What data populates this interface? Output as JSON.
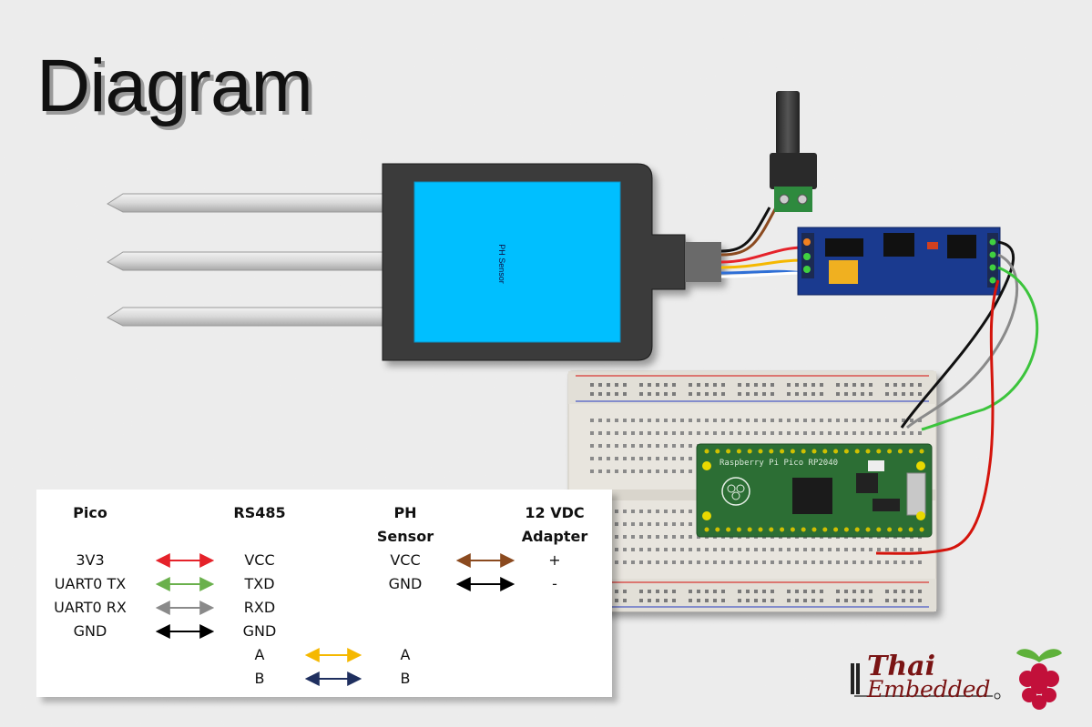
{
  "title": "Diagram",
  "sensor_label": "PH Sensor",
  "pico_label": "Raspberry Pi Pico RP2040",
  "legend": {
    "headers": {
      "pico": "Pico",
      "rs485": "RS485",
      "ph_sensor": [
        "PH",
        "Sensor"
      ],
      "adapter": [
        "12 VDC",
        "Adapter"
      ]
    },
    "pico_rs485_rows": [
      {
        "pico": "3V3",
        "rs485": "VCC",
        "color": "#e5222a"
      },
      {
        "pico": "UART0 TX",
        "rs485": "TXD",
        "color": "#6ab04c"
      },
      {
        "pico": "UART0 RX",
        "rs485": "RXD",
        "color": "#8a8a8a"
      },
      {
        "pico": "GND",
        "rs485": "GND",
        "color": "#000000"
      }
    ],
    "rs485_ph_rows": [
      {
        "rs485": "A",
        "ph": "A",
        "color": "#f5b800"
      },
      {
        "rs485": "B",
        "ph": "B",
        "color": "#1f2f5f"
      }
    ],
    "ph_adapter_rows": [
      {
        "ph": "VCC",
        "adapter": "+",
        "color": "#8b4a1f"
      },
      {
        "ph": "GND",
        "adapter": "-",
        "color": "#000000"
      }
    ]
  },
  "logo": {
    "line1": "Thai",
    "line2": "Embedded"
  },
  "colors": {
    "sensor_screen": "#00bfff",
    "sensor_body": "#3a3a3a",
    "rs485_board": "#1a3a8f",
    "pico_board": "#2c6e34",
    "breadboard": "#e6e3dc",
    "rpi_red": "#c2103a",
    "rpi_green": "#5fb13b"
  }
}
